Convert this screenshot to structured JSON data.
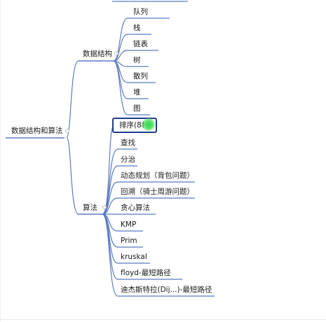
{
  "root": {
    "label": "数据结构和算法"
  },
  "branches": [
    {
      "label": "数据结构",
      "children": [
        "队列",
        "栈",
        "链表",
        "树",
        "散列",
        "堆",
        "图"
      ]
    },
    {
      "label": "算法",
      "children": [
        "排序(8种)",
        "查找",
        "分治",
        "动态规划（背包问题）",
        "回溯（骑士周游问题）",
        "贪心算法",
        "KMP",
        "Prim",
        "kruskal",
        "floyd-最短路径",
        "迪杰斯特拉(Dij...)-最短路径"
      ]
    }
  ],
  "selected_node": "排序(8种)",
  "colors": {
    "connector": "#5b7bbf",
    "selection_border": "#1f3d8c",
    "cursor": "#2fd84a"
  }
}
